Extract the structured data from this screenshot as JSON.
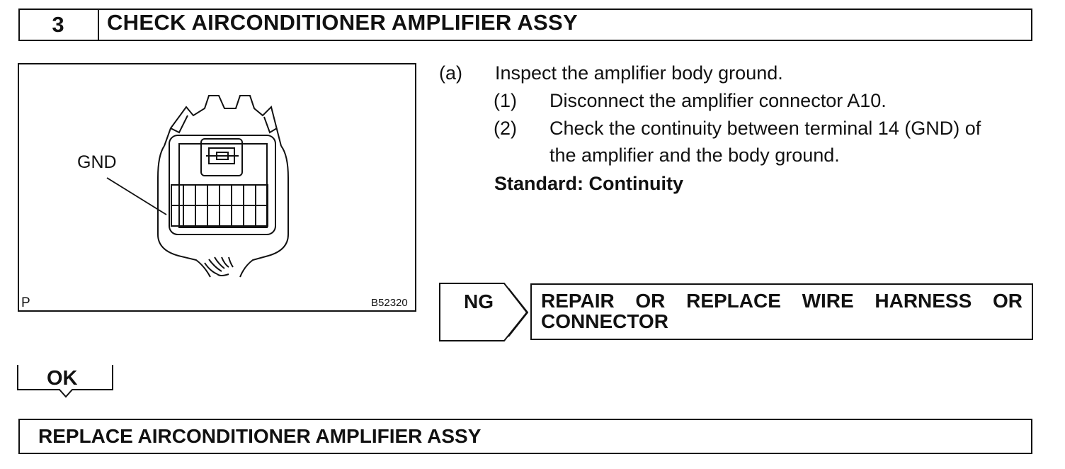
{
  "header": {
    "step_number": "3",
    "title": "CHECK AIRCONDITIONER AMPLIFIER ASSY"
  },
  "figure": {
    "callout": "GND",
    "corner_mark": "P",
    "figure_code": "B52320"
  },
  "instructions": {
    "a_marker": "(a)",
    "a_text": "Inspect the amplifier body ground.",
    "step1_marker": "(1)",
    "step1_text": "Disconnect the amplifier connector A10.",
    "step2_marker": "(2)",
    "step2_line1": "Check the continuity between terminal 14 (GND) of",
    "step2_line2": "the amplifier and the body ground.",
    "standard": "Standard: Continuity"
  },
  "ng": {
    "label": "NG",
    "action_words": [
      "REPAIR",
      "OR",
      "REPLACE",
      "WIRE",
      "HARNESS",
      "OR"
    ],
    "action_line2": "CONNECTOR"
  },
  "ok": {
    "label": "OK"
  },
  "footer": {
    "action": "REPLACE AIRCONDITIONER AMPLIFIER ASSY"
  }
}
